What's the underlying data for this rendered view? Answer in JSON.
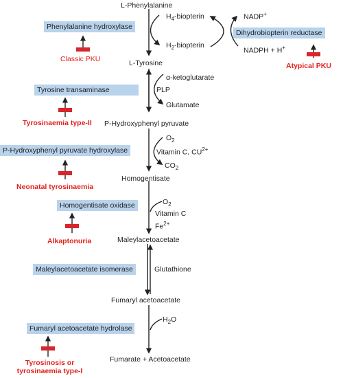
{
  "metabolites": {
    "phenylalanine": "L-Phenylalanine",
    "tyrosine": "L-Tyrosine",
    "hpp": "P-Hydroxyphenyl pyruvate",
    "homogentisate": "Homogentisate",
    "maleylacetoacetate": "Maleylacetoacetate",
    "fumarylacetoacetate": "Fumaryl acetoacetate",
    "products": "Fumarate + Acetoacetate"
  },
  "cofactors": {
    "h4_pre": "H",
    "h4_sub": "4",
    "h4_post": "-biopterin",
    "h2_pre": "H",
    "h2_sub": "2",
    "h2_post": "-biopterin",
    "nadp_pre": "NADP",
    "nadp_sup": "+",
    "nadph_pre": "NADPH + H",
    "nadph_sup": "+",
    "akg": "α-ketoglutarate",
    "plp": "PLP",
    "glutamate": "Glutamate",
    "o2a_pre": "O",
    "o2a_sub": "2",
    "vitc_cu_pre": "Vitamin C, CU",
    "vitc_cu_sup": "2+",
    "co2_pre": "CO",
    "co2_sub": "2",
    "o2b_pre": "O",
    "o2b_sub": "2",
    "vitc": "Vitamin C",
    "fe_pre": "Fe",
    "fe_sup": "2+",
    "glutathione": "Glutathione",
    "h2o_pre": "H",
    "h2o_sub": "2",
    "h2o_post": "O"
  },
  "enzymes": {
    "pah": "Phenylalanine hydroxylase",
    "dhpr": "Dihydrobiopterin reductase",
    "tat": "Tyrosine transaminase",
    "hppd": "P-Hydroxyphenyl pyruvate hydroxylase",
    "hgd": "Homogentisate oxidase",
    "mai": "Maleylacetoacetate isomerase",
    "fah": "Fumaryl acetoacetate hydrolase"
  },
  "disorders": {
    "classic_pku": "Classic PKU",
    "atypical_pku": "Atypical PKU",
    "tyr2": "Tyrosinaemia type-II",
    "neonatal": "Neonatal tyrosinaemia",
    "alkaptonuria": "Alkaptonuria",
    "tyr1_line1": "Tyrosinosis or",
    "tyr1_line2": "tyrosinaemia type-I"
  },
  "colors": {
    "enzyme_fill": "#b9d3ec",
    "block": "#d7262c",
    "disorder_text": "#e3211d",
    "arrow": "#222222"
  }
}
